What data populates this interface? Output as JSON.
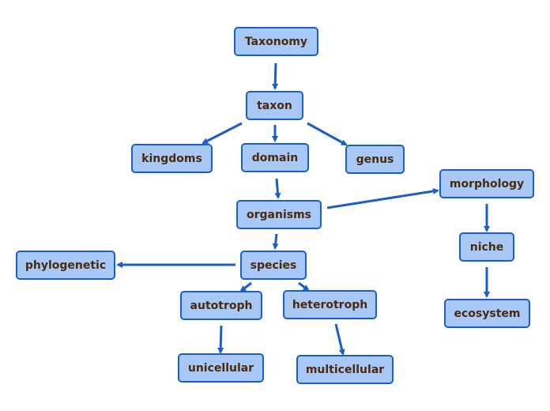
{
  "nodes": {
    "taxonomy": "Taxonomy",
    "taxon": "taxon",
    "kingdoms": "kingdoms",
    "domain": "domain",
    "genus": "genus",
    "organisms": "organisms",
    "morphology": "morphology",
    "niche": "niche",
    "ecosystem": "ecosystem",
    "species": "species",
    "phylogenetic": "phylogenetic",
    "autotroph": "autotroph",
    "heterotroph": "heterotroph",
    "unicellular": "unicellular",
    "multicellular": "multicellular"
  },
  "edges": [
    [
      "taxonomy",
      "taxon"
    ],
    [
      "taxon",
      "kingdoms"
    ],
    [
      "taxon",
      "domain"
    ],
    [
      "taxon",
      "genus"
    ],
    [
      "domain",
      "organisms"
    ],
    [
      "organisms",
      "morphology"
    ],
    [
      "morphology",
      "niche"
    ],
    [
      "niche",
      "ecosystem"
    ],
    [
      "organisms",
      "species"
    ],
    [
      "species",
      "phylogenetic"
    ],
    [
      "species",
      "autotroph"
    ],
    [
      "species",
      "heterotroph"
    ],
    [
      "autotroph",
      "unicellular"
    ],
    [
      "heterotroph",
      "multicellular"
    ]
  ],
  "colors": {
    "node_fill": "#a8c8f8",
    "node_border": "#1a5fc8",
    "edge": "#1a5fc8",
    "text": "#4a2a0a"
  }
}
